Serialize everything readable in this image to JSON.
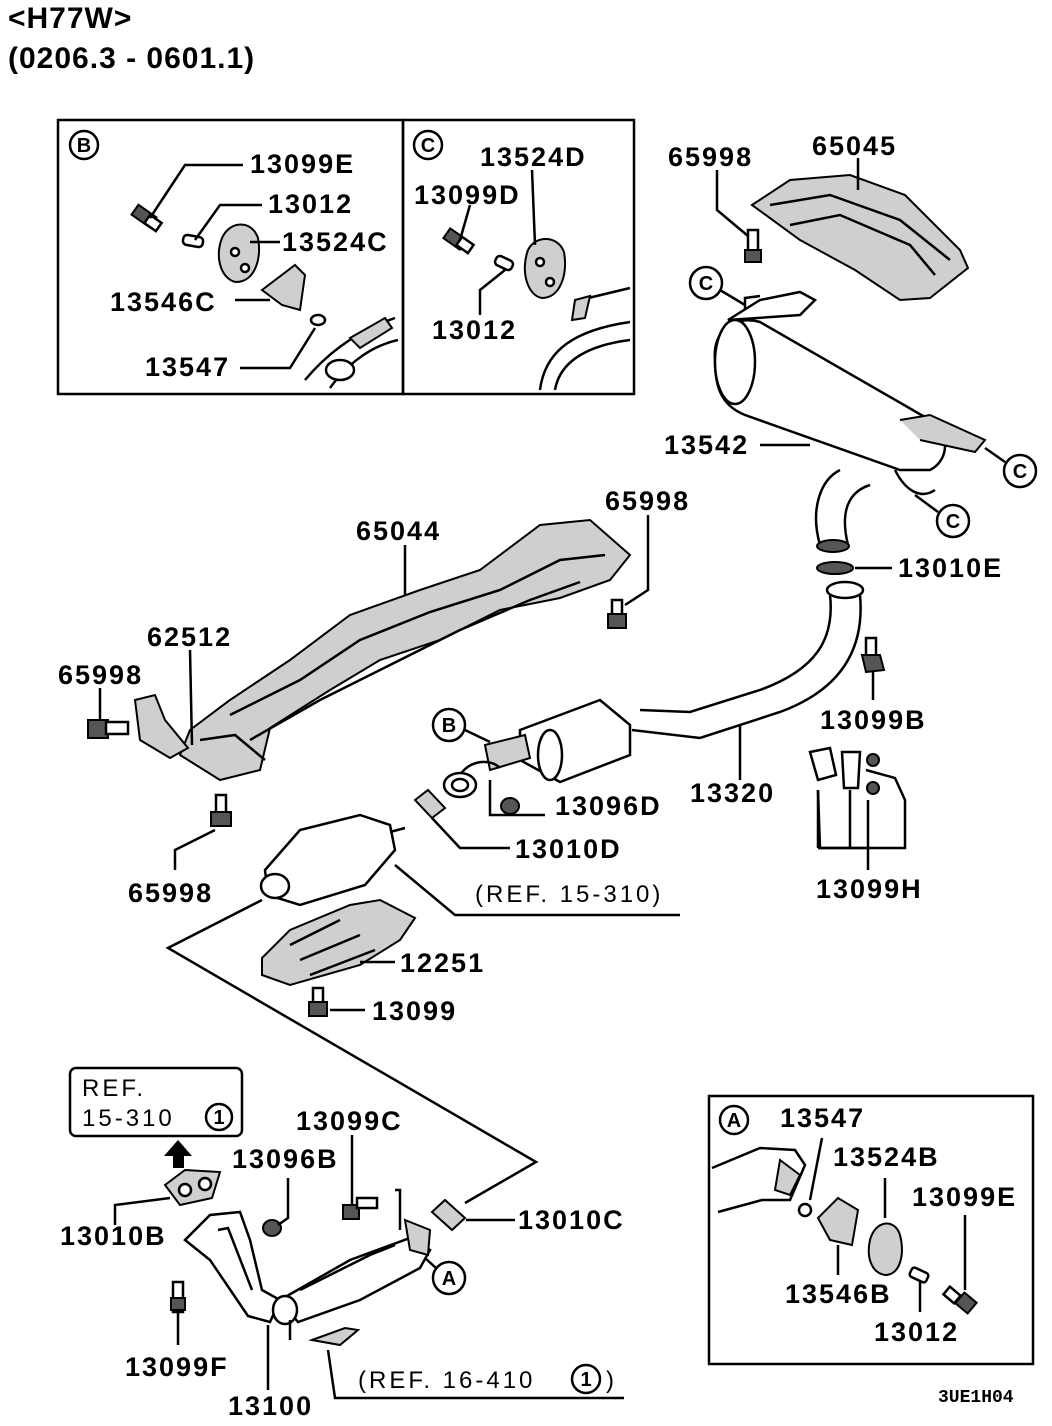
{
  "header": {
    "model": "<H77W>",
    "range": "(0206.3 - 0601.1)"
  },
  "callouts": {
    "a": "A",
    "b": "B",
    "c": "C"
  },
  "ref_circle_num": "1",
  "detail_b": {
    "p1": "13099E",
    "p2": "13012",
    "p3": "13524C",
    "p4": "13546C",
    "p5": "13547"
  },
  "detail_c": {
    "p1": "13524D",
    "p2": "13099D",
    "p3": "13012"
  },
  "detail_a": {
    "p1": "13547",
    "p2": "13524B",
    "p3": "13099E",
    "p4": "13546B",
    "p5": "13012"
  },
  "main": {
    "p65998_top": "65998",
    "p65045": "65045",
    "p13542": "13542",
    "p13010E": "13010E",
    "p65044": "65044",
    "p65998_mid": "65998",
    "p62512": "62512",
    "p65998_left": "65998",
    "p13099B": "13099B",
    "p13320": "13320",
    "p13096D": "13096D",
    "p13010D": "13010D",
    "p65998_low": "65998",
    "ref_15_310": "(REF. 15-310)",
    "p13099H": "13099H",
    "p12251": "12251",
    "p13099": "13099",
    "ref_box_line1": "REF.",
    "ref_box_line2": "15-310",
    "p13099C": "13099C",
    "p13096B": "13096B",
    "p13010B": "13010B",
    "p13010C": "13010C",
    "p13099F": "13099F",
    "p13100": "13100",
    "ref_16_410": "(REF. 16-410",
    "diagram_code": "3UE1H04"
  }
}
